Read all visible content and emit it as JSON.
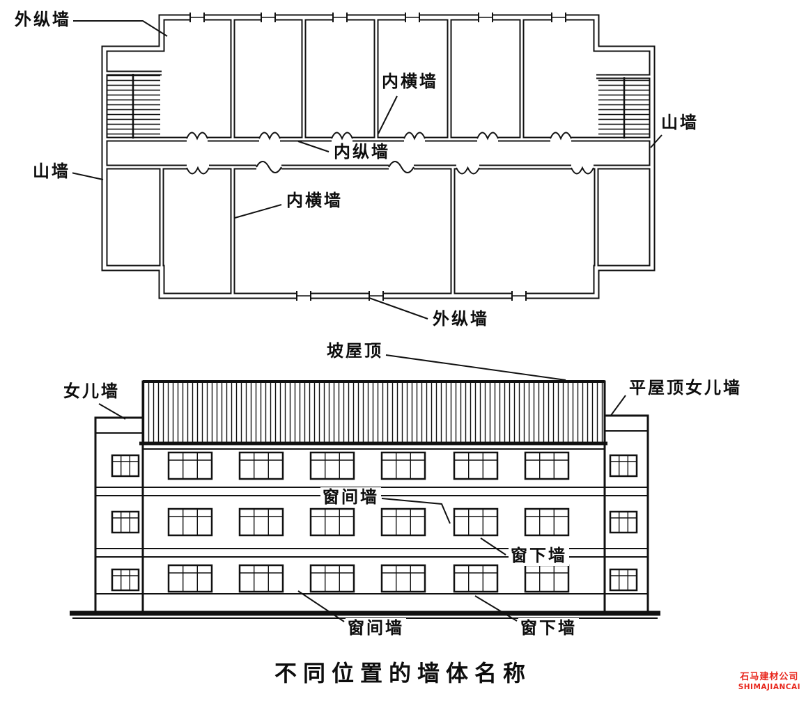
{
  "plan": {
    "labels": {
      "exterior_longitudinal_top": "外纵墙",
      "interior_transverse_upper": "内横墙",
      "gable_right": "山墙",
      "interior_longitudinal": "内纵墙",
      "gable_left": "山墙",
      "interior_transverse_lower": "内横墙",
      "exterior_longitudinal_bottom": "外纵墙"
    }
  },
  "elevation": {
    "labels": {
      "sloped_roof": "坡屋顶",
      "parapet": "女儿墙",
      "flat_roof_parapet": "平屋顶女儿墙",
      "window_pier_mid": "窗间墙",
      "window_sill_wall_mid": "窗下墙",
      "window_pier_bottom": "窗间墙",
      "window_sill_wall_bottom": "窗下墙"
    }
  },
  "title": "不同位置的墙体名称",
  "watermark": {
    "company_cn": "石马建材公司",
    "company_en": "SHIMAJIANCAI",
    "color": "#e8261c"
  },
  "colors": {
    "ink": "#111111",
    "background": "#ffffff"
  }
}
